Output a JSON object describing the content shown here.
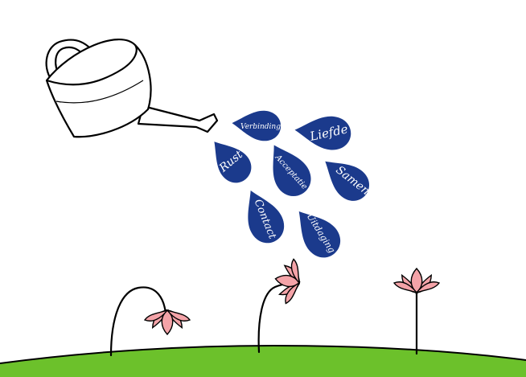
{
  "colors": {
    "drop": "#1b3a8c",
    "grass": "#6cc12b",
    "petal": "#f4a3a8",
    "outline": "#000000",
    "can": "#ffffff"
  },
  "drops": {
    "verbinding": "Verbinding",
    "liefde": "Liefde",
    "rust": "Rust",
    "acceptatie": "Acceptatie",
    "samen": "Samen",
    "contact": "Contact",
    "uitdaging": "Uitdaging"
  }
}
